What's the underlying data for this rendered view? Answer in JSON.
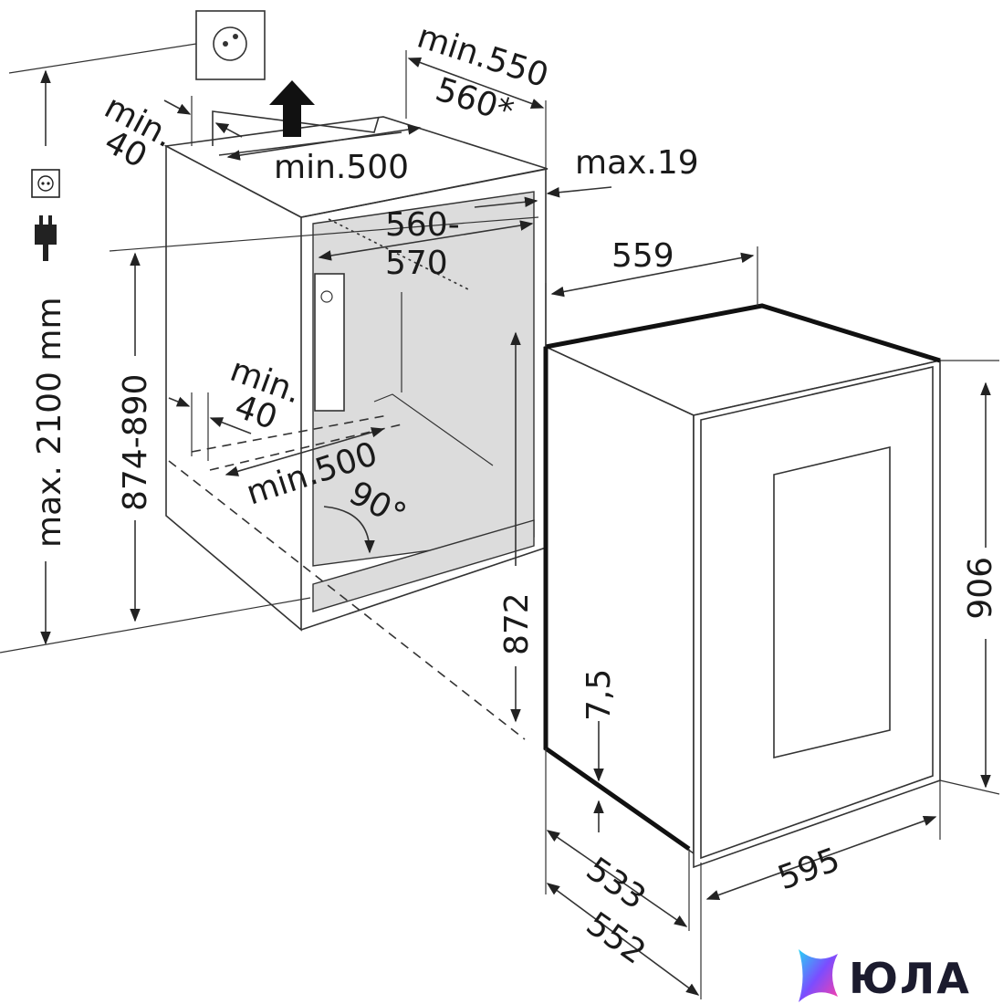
{
  "diagram": {
    "labels": {
      "min550": "min.550",
      "d560star": "560*",
      "min40_top_a": "min.",
      "min40_top_b": "40",
      "min500_top": "min.500",
      "max19": "max.19",
      "d560_570_a": "560-",
      "d560_570_b": "570",
      "d559": "559",
      "max2100": "max. 2100 mm",
      "d874_890": "874-890",
      "min40_mid_a": "min.",
      "min40_mid_b": "40",
      "min500_mid": "min.500",
      "deg90": "90°",
      "d872": "872",
      "d7_5": "7,5",
      "d906": "906",
      "d533": "533",
      "d552": "552",
      "d595": "595"
    },
    "icons": [
      "socket-icon",
      "plug-icon",
      "wall-socket-icon",
      "airflow-arrow-icon"
    ]
  },
  "brand": {
    "logo_text": "ЮЛА",
    "colors": {
      "logo_gradient_start": "#27d3f5",
      "logo_gradient_mid": "#7b4dff",
      "logo_gradient_end": "#ff3ea5"
    }
  }
}
